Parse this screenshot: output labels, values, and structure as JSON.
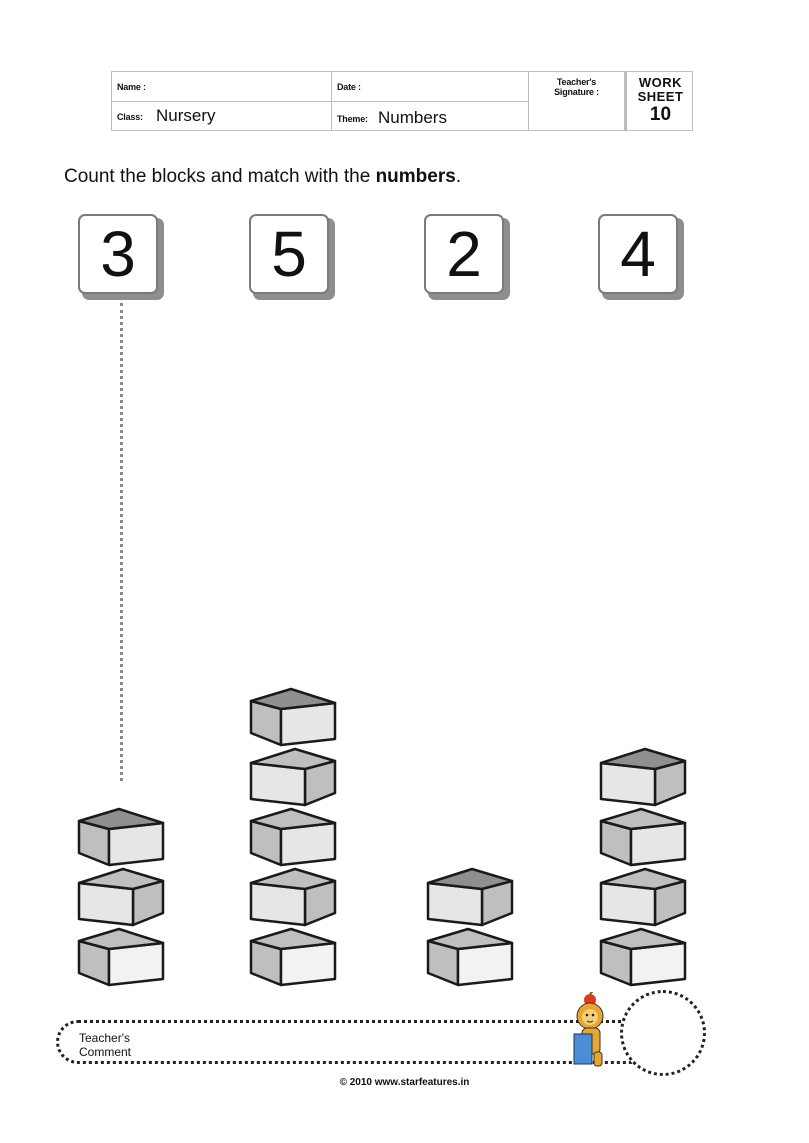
{
  "header": {
    "name_label": "Name :",
    "date_label": "Date :",
    "signature_label_1": "Teacher's",
    "signature_label_2": "Signature :",
    "class_label": "Class:",
    "class_value": "Nursery",
    "theme_label": "Theme:",
    "theme_value": "Numbers",
    "worksheet_line1": "WORK",
    "worksheet_line2": "SHEET",
    "worksheet_number": "10"
  },
  "instruction": {
    "text": "Count the blocks and match with the ",
    "bold": "numbers",
    "end": "."
  },
  "number_cards": [
    "3",
    "5",
    "2",
    "4"
  ],
  "block_stacks": [
    3,
    5,
    2,
    4
  ],
  "comment_label_1": "Teacher's",
  "comment_label_2": "Comment",
  "footer": "© 2010  www.starfeatures.in",
  "colors": {
    "line": "#8a8a8a",
    "block_dark": "#8c8c8c",
    "block_mid": "#bfbfbf",
    "block_light": "#e6e6e6"
  }
}
